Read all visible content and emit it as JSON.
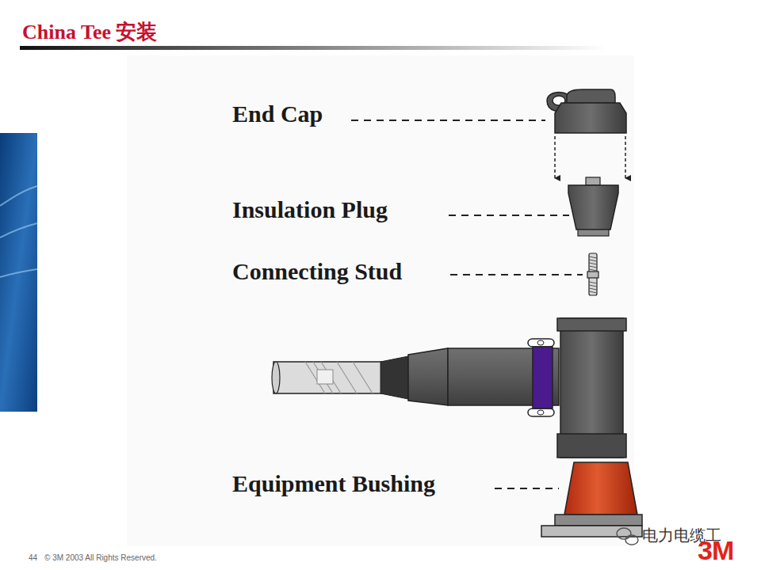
{
  "diagram": {
    "title": "China Tee 安装",
    "labels": [
      "End Cap",
      "Insulation Plug",
      "Connecting Stud",
      "Equipment Bushing",
      "44",
      "© 3M 2003 All Rights Reserved.",
      "电力电缆工",
      "3M"
    ]
  }
}
